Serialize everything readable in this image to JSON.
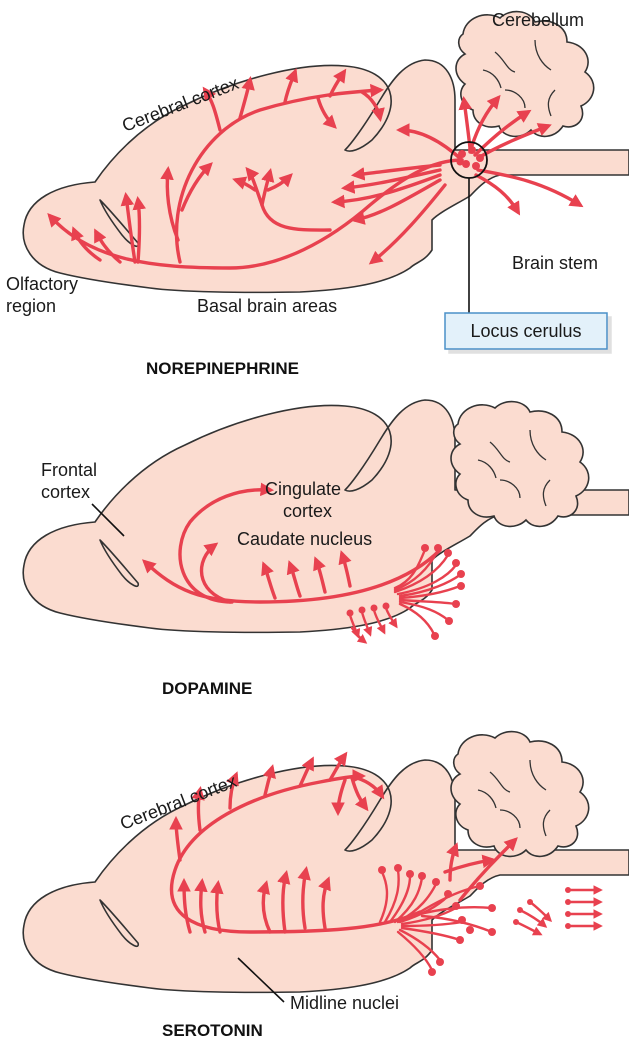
{
  "colors": {
    "tissue": "#fbdcd0",
    "pathway": "#e8414f",
    "callout_fill": "#e3f1fa",
    "callout_border": "#4a90c8"
  },
  "panels": [
    {
      "title": "NOREPINEPHRINE",
      "labels": {
        "cerebellum": "Cerebellum",
        "cerebral_cortex": "Cerebral cortex",
        "olfactory_1": "Olfactory",
        "olfactory_2": "region",
        "basal": "Basal brain areas",
        "brain_stem": "Brain stem",
        "locus": "Locus cerulus"
      }
    },
    {
      "title": "DOPAMINE",
      "labels": {
        "frontal_1": "Frontal",
        "frontal_2": "cortex",
        "cingulate_1": "Cingulate",
        "cingulate_2": "cortex",
        "caudate": "Caudate nucleus"
      }
    },
    {
      "title": "SEROTONIN",
      "labels": {
        "cerebral_cortex": "Cerebral cortex",
        "midline": "Midline nuclei"
      }
    }
  ]
}
